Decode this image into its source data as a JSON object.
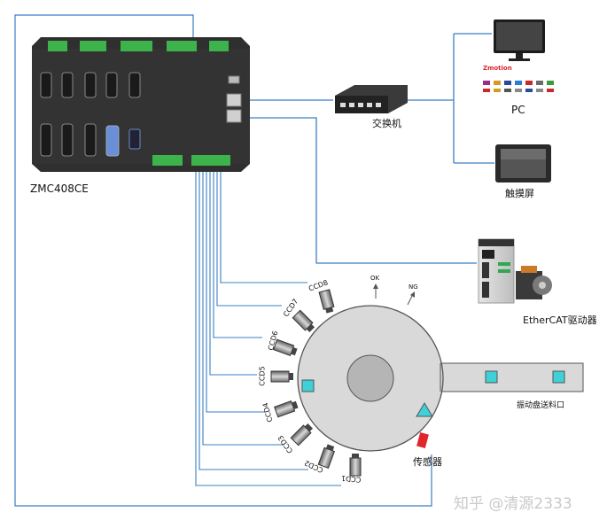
{
  "controller": {
    "label": "ZMC408CE"
  },
  "network": {
    "switch_label": "交换机",
    "pc_label": "PC",
    "pc_brand": "Zmotion",
    "touchscreen_label": "触摸屏"
  },
  "drive": {
    "label": "EtherCAT驱动器"
  },
  "turntable": {
    "ok_label": "OK",
    "ng_label": "NG",
    "sensor_label": "传感器",
    "feeder_label": "振动盘送料口",
    "cameras": [
      "CCD1",
      "CCD2",
      "CCD3",
      "CCD4",
      "CCD5",
      "CCD6",
      "CCD7",
      "CCD8"
    ]
  },
  "watermark": "知乎 @清源2333",
  "colors": {
    "wire": "#3a7fc4",
    "controller_body": "#2f2f2f",
    "terminal_green": "#3cb44b",
    "part_cyan": "#3fd0d8",
    "sensor_red": "#e0252b",
    "conveyor": "#d9d9d9"
  }
}
